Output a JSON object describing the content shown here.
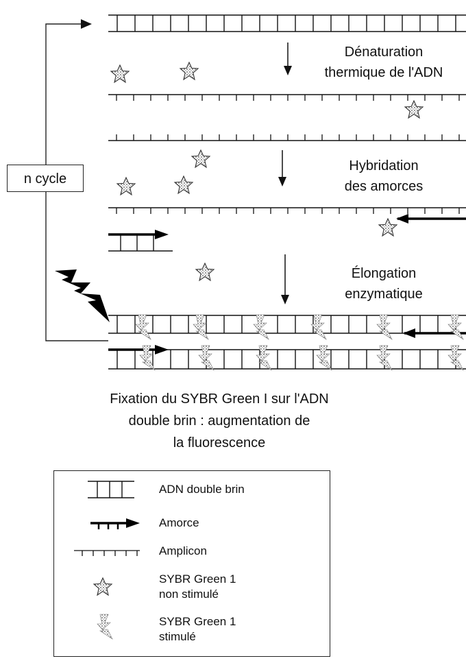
{
  "steps": {
    "denaturation": [
      "Dénaturation",
      "thermique de l'ADN"
    ],
    "hybridation": [
      "Hybridation",
      "des amorces"
    ],
    "elongation": [
      "Élongation",
      "enzymatique"
    ]
  },
  "cycle_label": "n cycle",
  "caption": [
    "Fixation du SYBR Green I sur l'ADN",
    "double brin : augmentation de",
    "la fluorescence"
  ],
  "legend": [
    {
      "icon": "double-strand-dna-icon",
      "label": "ADN double brin"
    },
    {
      "icon": "primer-arrow-icon",
      "label": "Amorce"
    },
    {
      "icon": "amplicon-icon",
      "label": "Amplicon"
    },
    {
      "icon": "star-icon",
      "label": "SYBR Green 1",
      "label2": "non stimulé"
    },
    {
      "icon": "stimulated-flash-icon",
      "label": "SYBR Green 1",
      "label2": "stimulé"
    }
  ]
}
